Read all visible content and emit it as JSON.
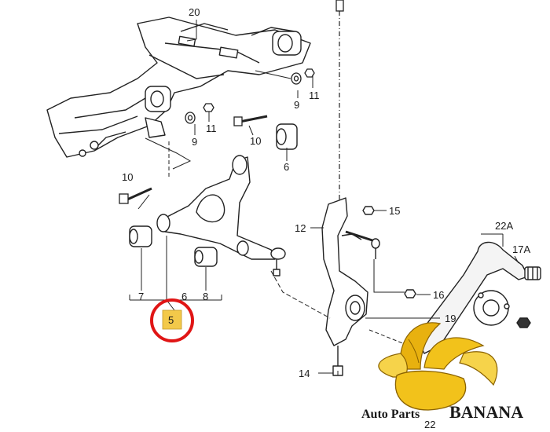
{
  "diagram": {
    "part_numbers": {
      "n20": "20",
      "n9a": "9",
      "n11a": "11",
      "n9b": "9",
      "n11b": "11",
      "n10a": "10",
      "n6a": "6",
      "n10b": "10",
      "n15": "15",
      "n12": "12",
      "n22a": "22A",
      "n17a": "17A",
      "n7": "7",
      "n6b": "6",
      "n8": "8",
      "n16": "16",
      "n19": "19",
      "n14": "14",
      "n22": "22"
    },
    "highlight": {
      "label": "5",
      "fill": "#f3c94a",
      "ring": "#e01515"
    }
  },
  "watermark": {
    "text_a": "Auto Parts",
    "text_b": "BANANA",
    "banana_color": "#f2c21b"
  }
}
